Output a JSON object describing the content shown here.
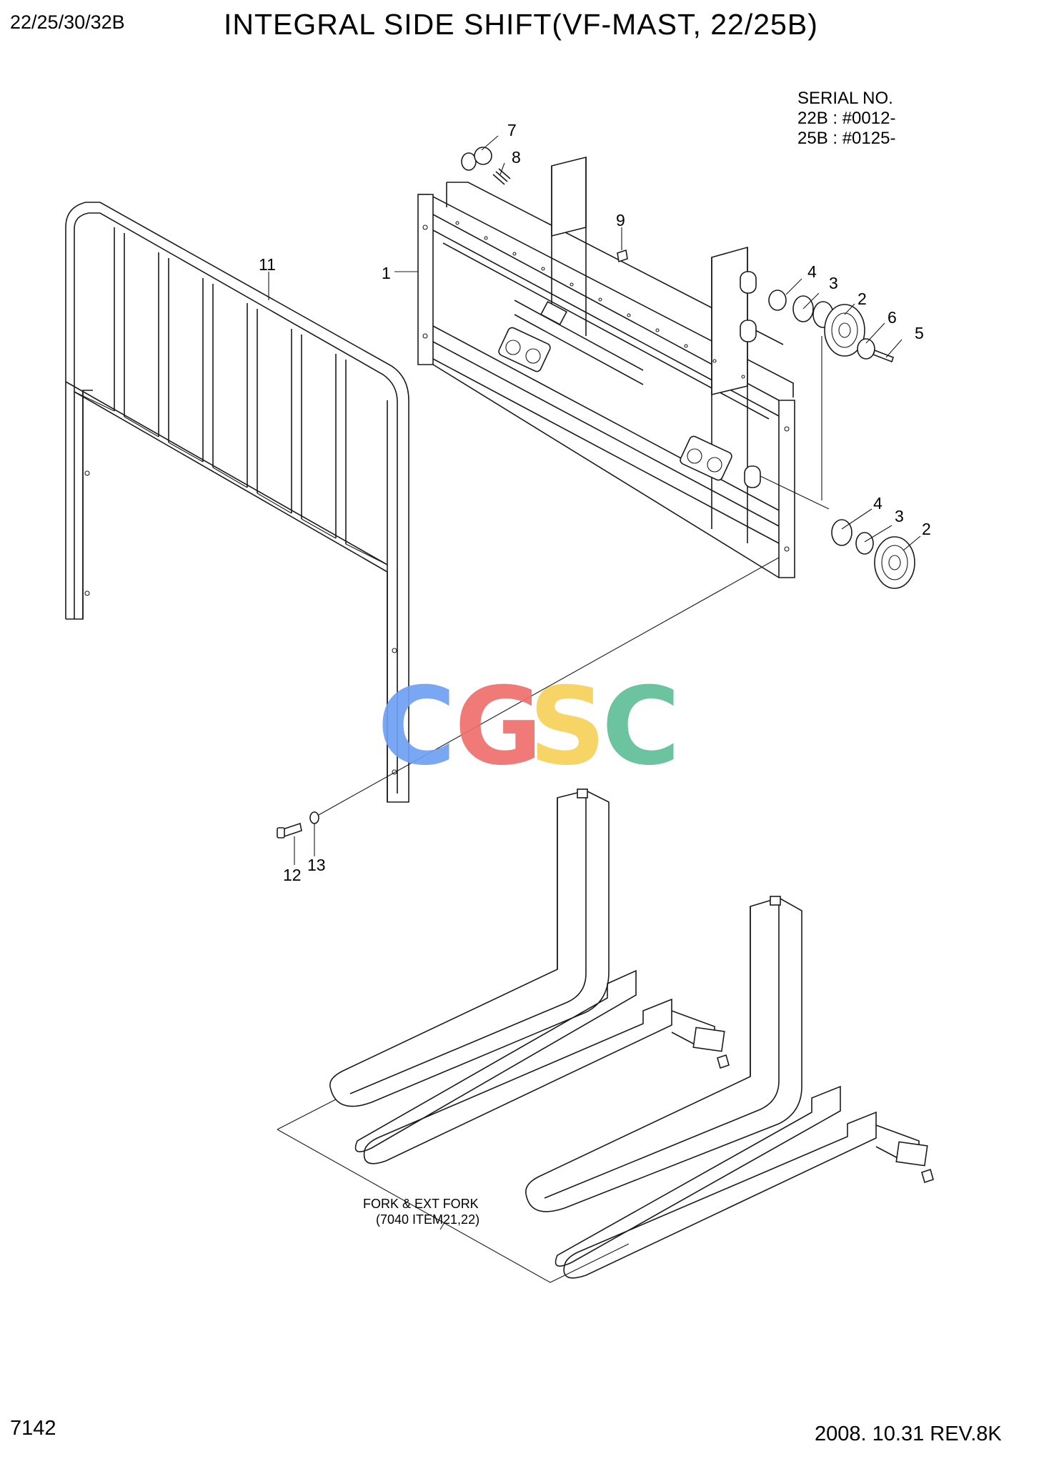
{
  "header": {
    "model_code": "22/25/30/32B",
    "title": "INTEGRAL SIDE SHIFT(VF-MAST, 22/25B)"
  },
  "serial_info": {
    "label": "SERIAL NO.",
    "lines": [
      "22B : #0012-",
      "25B : #0125-"
    ]
  },
  "callouts": [
    "1",
    "2",
    "3",
    "4",
    "5",
    "6",
    "7",
    "8",
    "9",
    "11",
    "12",
    "13",
    "4",
    "3",
    "2"
  ],
  "fork_note": {
    "line1": "FORK & EXT FORK",
    "line2": "(7040 ITEM21,22)"
  },
  "watermark": {
    "letters": [
      "C",
      "G",
      "S",
      "C"
    ],
    "colors": [
      "#6fa0f2",
      "#ef6f6c",
      "#f7d15a",
      "#5fbf97"
    ]
  },
  "footer": {
    "page_number": "7142",
    "revision": "2008. 10.31  REV.8K"
  }
}
